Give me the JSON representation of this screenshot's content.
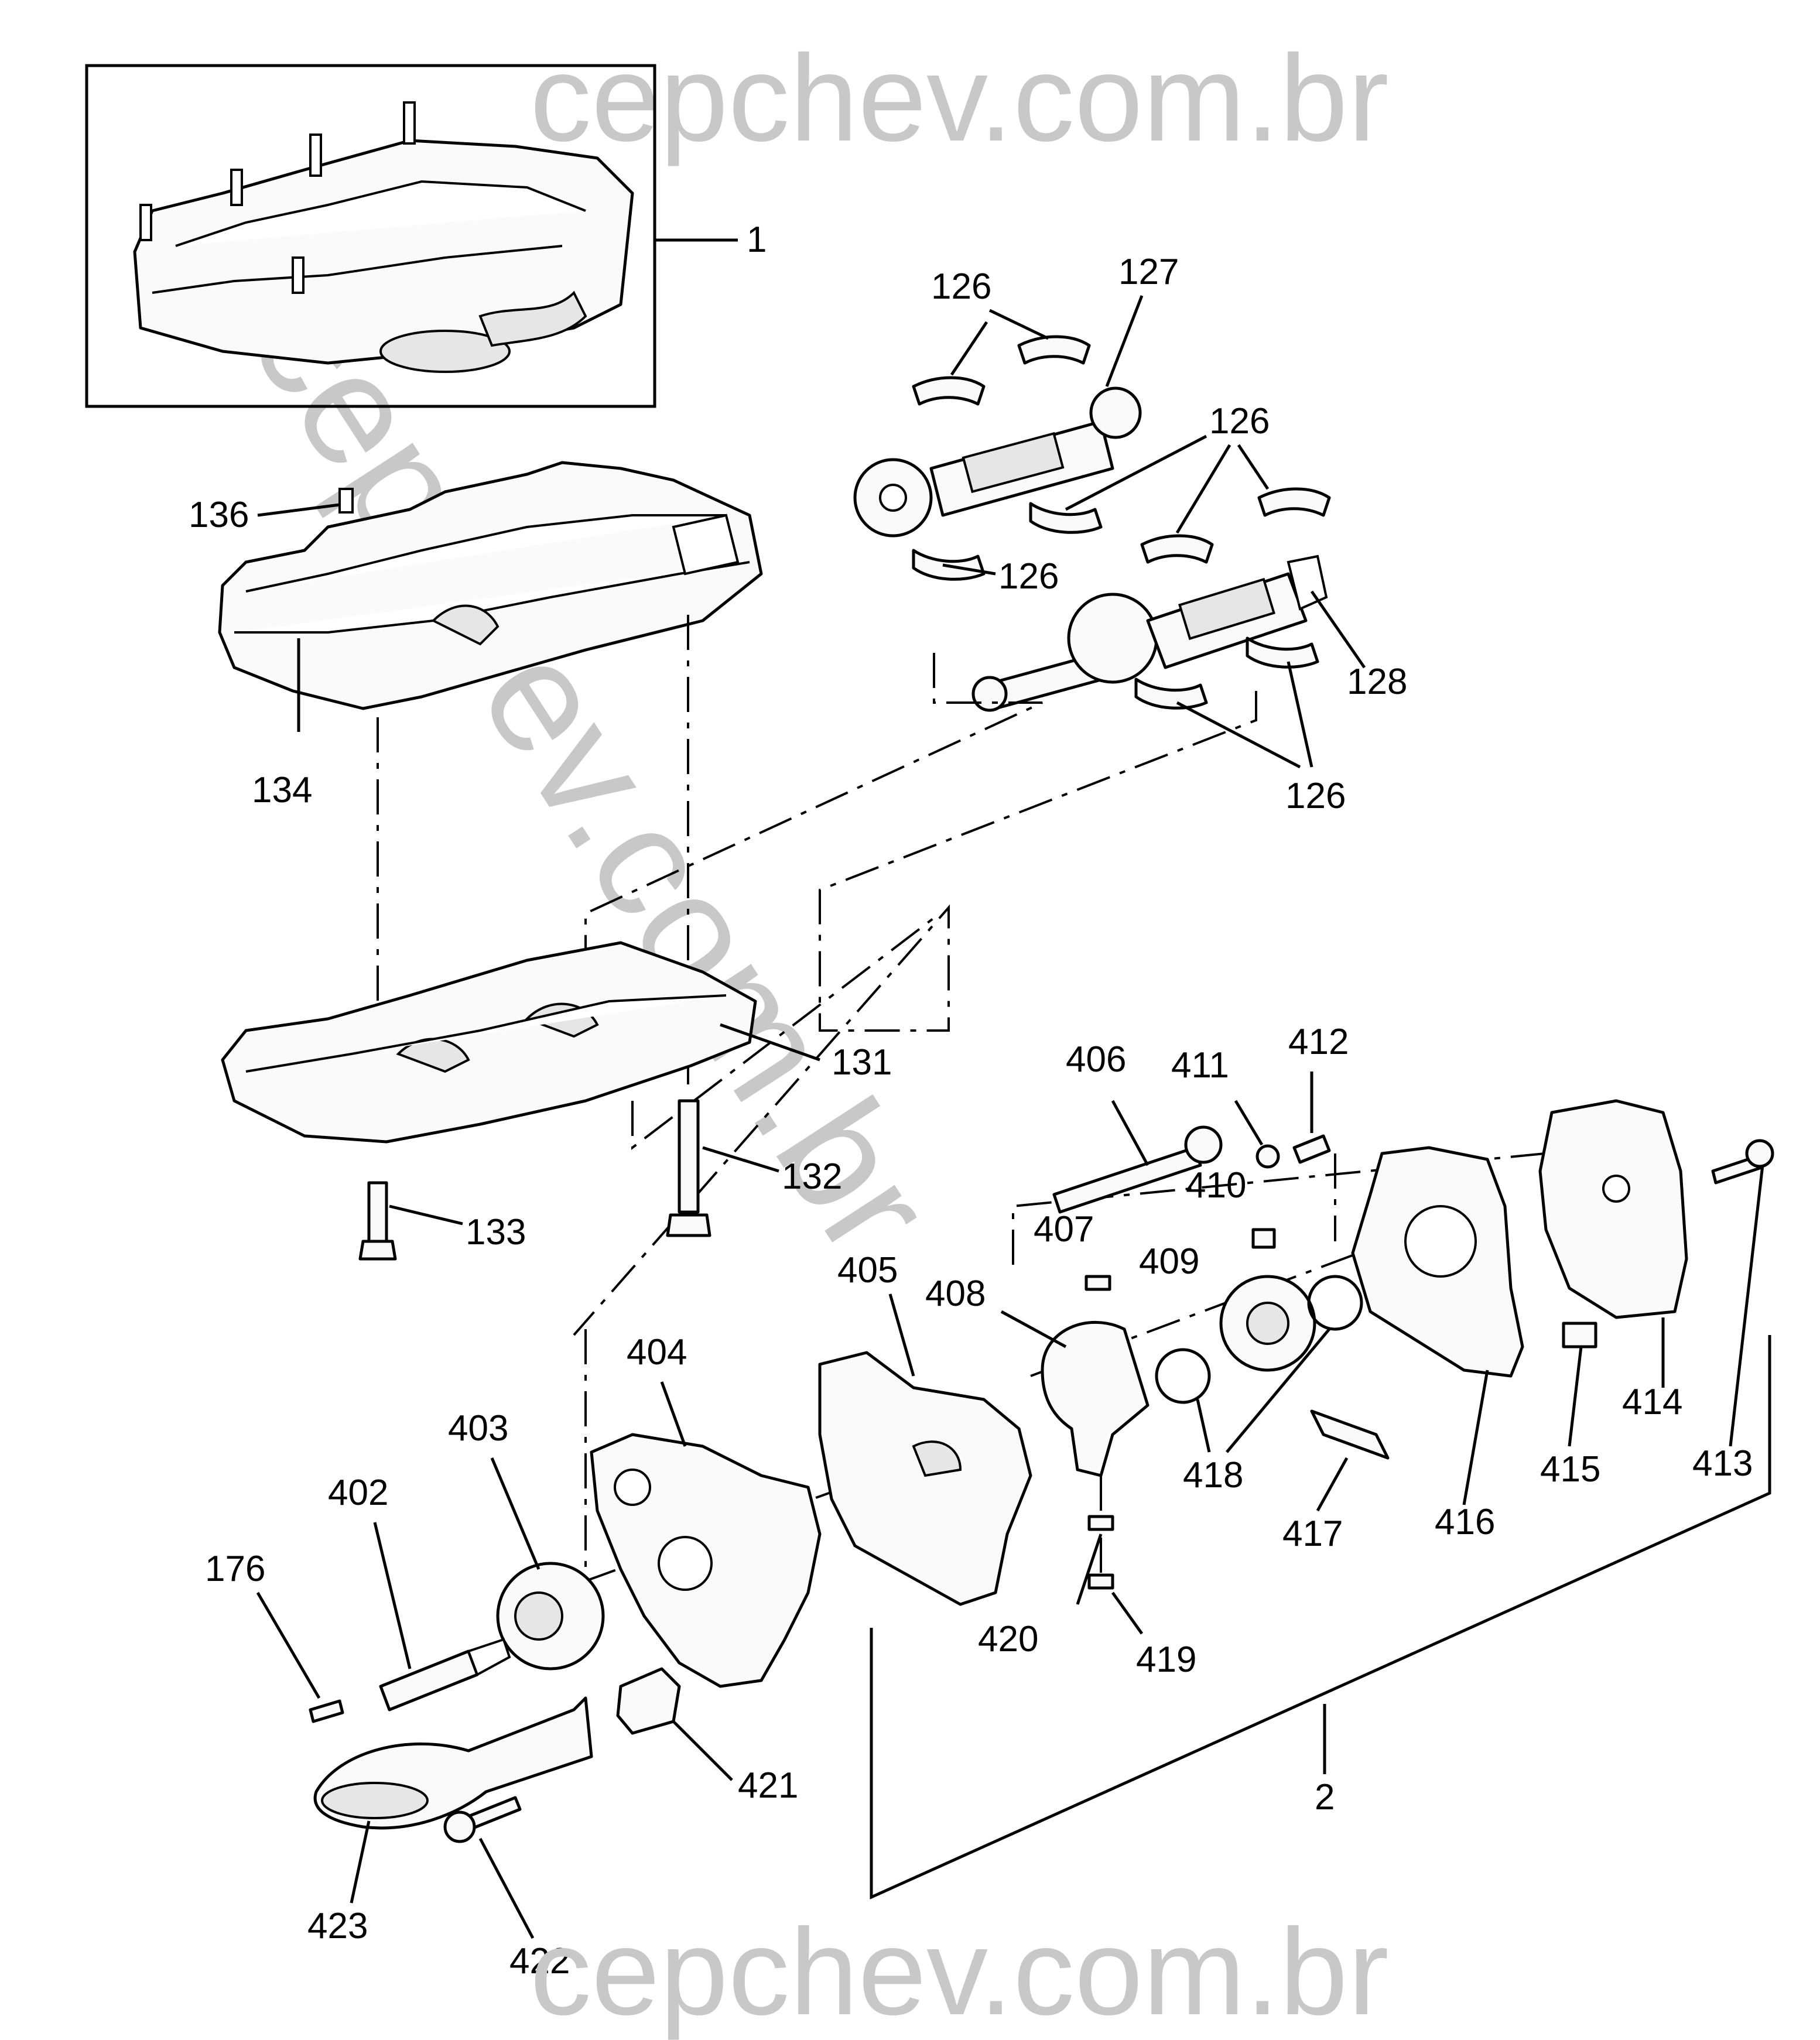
{
  "watermarks": {
    "top": "cepchev.com.br",
    "bottom": "cepchev.com.br",
    "diagonal": "cepchev.com.br"
  },
  "callouts": {
    "c1": "1",
    "c2": "2",
    "c126a": "126",
    "c126b": "126",
    "c126c": "126",
    "c126d": "126",
    "c127": "127",
    "c128": "128",
    "c131": "131",
    "c132": "132",
    "c133": "133",
    "c134": "134",
    "c136": "136",
    "c176": "176",
    "c402": "402",
    "c403": "403",
    "c404": "404",
    "c405": "405",
    "c406": "406",
    "c407": "407",
    "c408": "408",
    "c409": "409",
    "c410": "410",
    "c411": "411",
    "c412": "412",
    "c413": "413",
    "c414": "414",
    "c415": "415",
    "c416": "416",
    "c417": "417",
    "c418": "418",
    "c419": "419",
    "c420": "420",
    "c421": "421",
    "c422": "422",
    "c423": "423"
  }
}
